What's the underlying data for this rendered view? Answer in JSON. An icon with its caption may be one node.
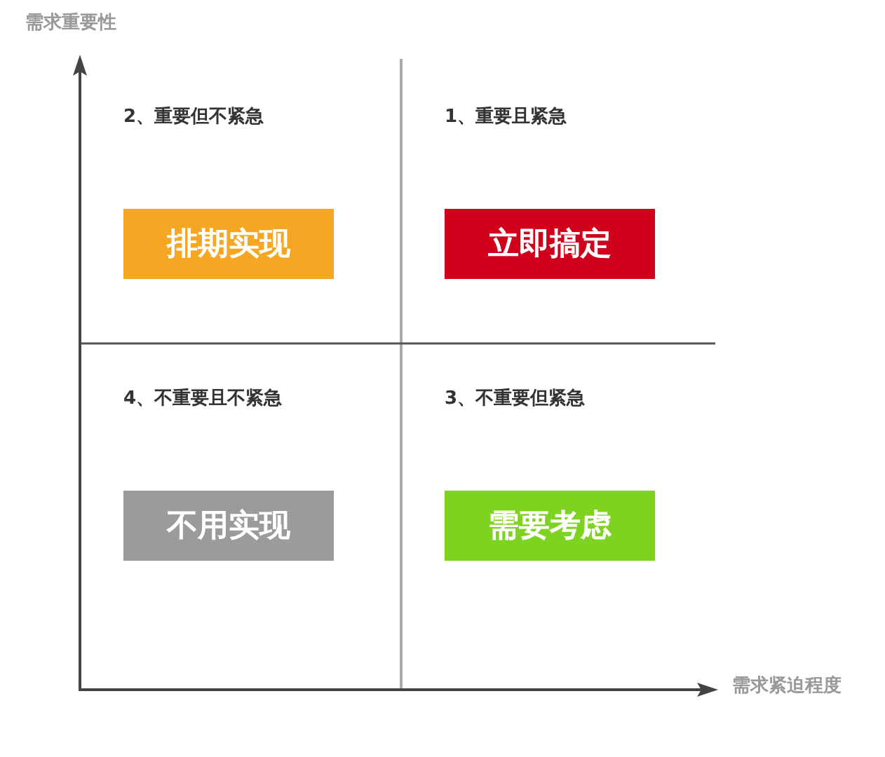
{
  "diagram": {
    "nodes": [
      {
        "text": [
          "排期实现"
        ]
      },
      {
        "text": [
          "立即搞定"
        ]
      },
      {
        "text": [
          "不用实现"
        ]
      },
      {
        "text": [
          "需要考虑"
        ]
      }
    ],
    "labels": [
      "需求重要性",
      "2、重要但不紧急",
      "1、重要且紧急",
      "4、不重要且不紧急",
      "3、不重要但紧急",
      "需求紧迫程度"
    ]
  }
}
